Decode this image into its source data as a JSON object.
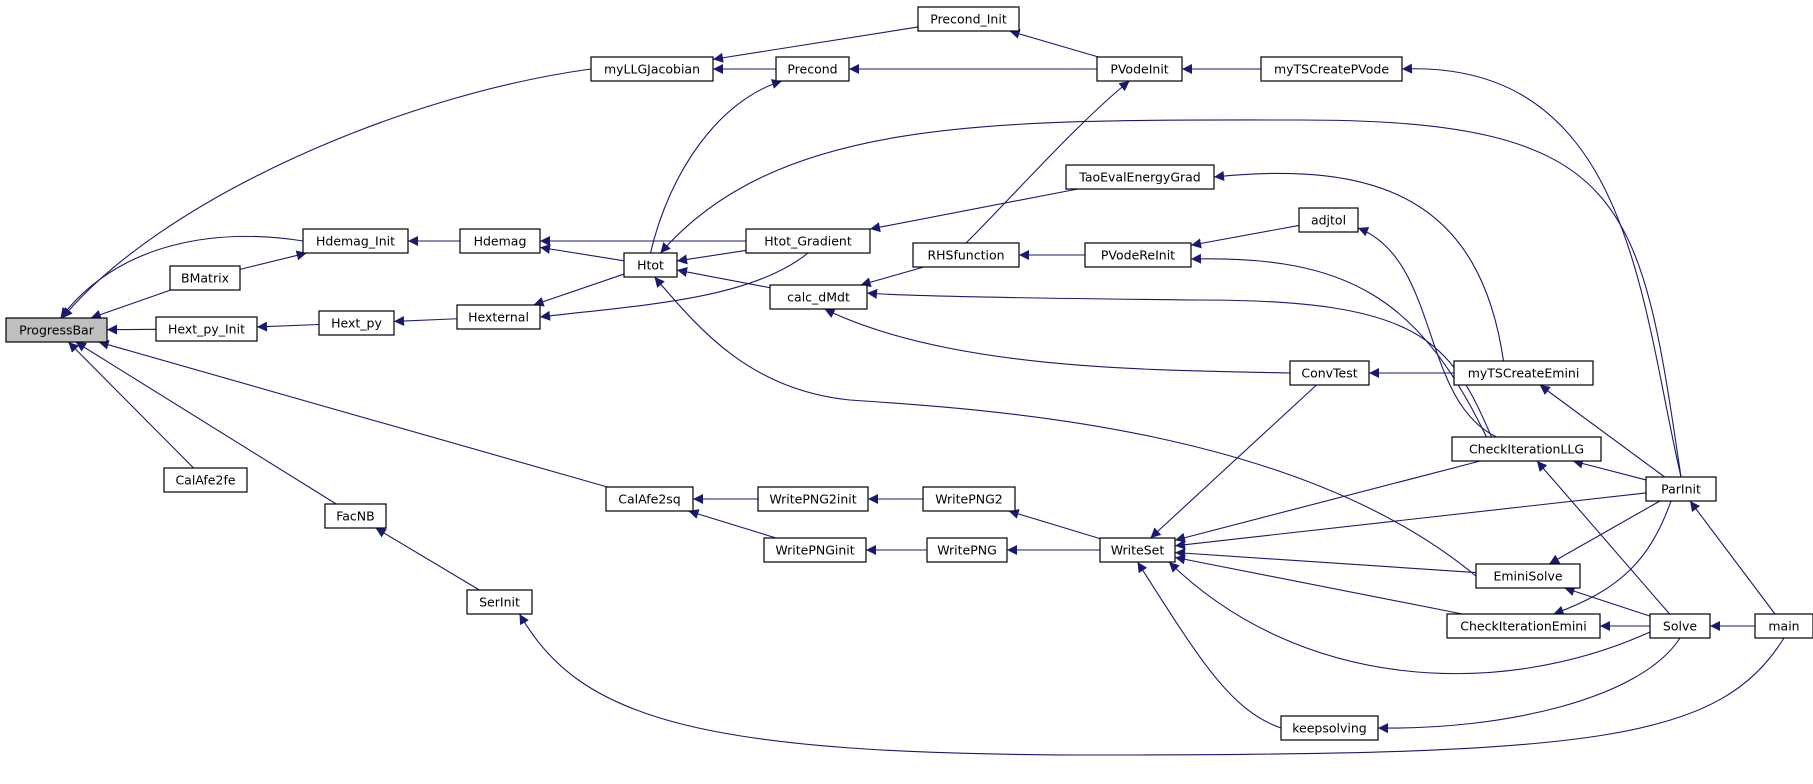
{
  "diagram": {
    "colors": {
      "edge": "#191970",
      "arrowhead": "#191970",
      "node_fill": "#ffffff",
      "highlight_fill": "#bfbfbf",
      "node_border": "#000000"
    },
    "nodes": [
      {
        "id": "ProgressBar",
        "label": "ProgressBar",
        "highlight": true
      },
      {
        "id": "myLLGJacobian",
        "label": "myLLGJacobian"
      },
      {
        "id": "Hdemag_Init",
        "label": "Hdemag_Init"
      },
      {
        "id": "BMatrix",
        "label": "BMatrix"
      },
      {
        "id": "Hext_py_Init",
        "label": "Hext_py_Init"
      },
      {
        "id": "CalAfe2fe",
        "label": "CalAfe2fe"
      },
      {
        "id": "FacNB",
        "label": "FacNB"
      },
      {
        "id": "CalAfe2sq",
        "label": "CalAfe2sq"
      },
      {
        "id": "Precond_Init",
        "label": "Precond_Init"
      },
      {
        "id": "Precond",
        "label": "Precond"
      },
      {
        "id": "PVodeInit",
        "label": "PVodeInit"
      },
      {
        "id": "myTSCreatePVode",
        "label": "myTSCreatePVode"
      },
      {
        "id": "Hdemag",
        "label": "Hdemag"
      },
      {
        "id": "Htot",
        "label": "Htot"
      },
      {
        "id": "Htot_Gradient",
        "label": "Htot_Gradient"
      },
      {
        "id": "Hext_py",
        "label": "Hext_py"
      },
      {
        "id": "Hexternal",
        "label": "Hexternal"
      },
      {
        "id": "calc_dMdt",
        "label": "calc_dMdt"
      },
      {
        "id": "TaoEvalEnergyGrad",
        "label": "TaoEvalEnergyGrad"
      },
      {
        "id": "RHSfunction",
        "label": "RHSfunction"
      },
      {
        "id": "PVodeReInit",
        "label": "PVodeReInit"
      },
      {
        "id": "adjtol",
        "label": "adjtol"
      },
      {
        "id": "ConvTest",
        "label": "ConvTest"
      },
      {
        "id": "myTSCreateEmini",
        "label": "myTSCreateEmini"
      },
      {
        "id": "CheckIterationLLG",
        "label": "CheckIterationLLG"
      },
      {
        "id": "ParInit",
        "label": "ParInit"
      },
      {
        "id": "WritePNG2init",
        "label": "WritePNG2init"
      },
      {
        "id": "WritePNG2",
        "label": "WritePNG2"
      },
      {
        "id": "WritePNGinit",
        "label": "WritePNGinit"
      },
      {
        "id": "WritePNG",
        "label": "WritePNG"
      },
      {
        "id": "WriteSet",
        "label": "WriteSet"
      },
      {
        "id": "EminiSolve",
        "label": "EminiSolve"
      },
      {
        "id": "CheckIterationEmini",
        "label": "CheckIterationEmini"
      },
      {
        "id": "Solve",
        "label": "Solve"
      },
      {
        "id": "main",
        "label": "main"
      },
      {
        "id": "SerInit",
        "label": "SerInit"
      },
      {
        "id": "keepsolving",
        "label": "keepsolving"
      }
    ],
    "edges": [
      {
        "from": "myLLGJacobian",
        "to": "ProgressBar"
      },
      {
        "from": "Hdemag_Init",
        "to": "ProgressBar"
      },
      {
        "from": "BMatrix",
        "to": "ProgressBar"
      },
      {
        "from": "Hext_py_Init",
        "to": "ProgressBar"
      },
      {
        "from": "CalAfe2fe",
        "to": "ProgressBar"
      },
      {
        "from": "FacNB",
        "to": "ProgressBar"
      },
      {
        "from": "CalAfe2sq",
        "to": "ProgressBar"
      },
      {
        "from": "Precond_Init",
        "to": "myLLGJacobian"
      },
      {
        "from": "Precond",
        "to": "myLLGJacobian"
      },
      {
        "from": "PVodeInit",
        "to": "Precond_Init"
      },
      {
        "from": "PVodeInit",
        "to": "Precond"
      },
      {
        "from": "myTSCreatePVode",
        "to": "PVodeInit"
      },
      {
        "from": "ParInit",
        "to": "myTSCreatePVode"
      },
      {
        "from": "Htot",
        "to": "Precond"
      },
      {
        "from": "Hdemag",
        "to": "Hdemag_Init"
      },
      {
        "from": "BMatrix",
        "to": "Hdemag_Init"
      },
      {
        "from": "Htot",
        "to": "Hdemag"
      },
      {
        "from": "Htot_Gradient",
        "to": "Hdemag"
      },
      {
        "from": "Htot_Gradient",
        "to": "Htot"
      },
      {
        "from": "calc_dMdt",
        "to": "Htot"
      },
      {
        "from": "ParInit",
        "to": "Htot"
      },
      {
        "from": "EminiSolve",
        "to": "Htot"
      },
      {
        "from": "Hext_py",
        "to": "Hext_py_Init"
      },
      {
        "from": "Hexternal",
        "to": "Hext_py"
      },
      {
        "from": "Htot",
        "to": "Hexternal"
      },
      {
        "from": "Htot_Gradient",
        "to": "Hexternal"
      },
      {
        "from": "TaoEvalEnergyGrad",
        "to": "Htot_Gradient"
      },
      {
        "from": "myTSCreateEmini",
        "to": "TaoEvalEnergyGrad"
      },
      {
        "from": "RHSfunction",
        "to": "calc_dMdt"
      },
      {
        "from": "CheckIterationLLG",
        "to": "calc_dMdt"
      },
      {
        "from": "ConvTest",
        "to": "calc_dMdt"
      },
      {
        "from": "RHSfunction",
        "to": "PVodeInit"
      },
      {
        "from": "PVodeReInit",
        "to": "RHSfunction"
      },
      {
        "from": "adjtol",
        "to": "PVodeReInit"
      },
      {
        "from": "CheckIterationLLG",
        "to": "PVodeReInit"
      },
      {
        "from": "CheckIterationLLG",
        "to": "adjtol"
      },
      {
        "from": "myTSCreateEmini",
        "to": "ConvTest"
      },
      {
        "from": "ParInit",
        "to": "myTSCreateEmini"
      },
      {
        "from": "ParInit",
        "to": "CheckIterationLLG"
      },
      {
        "from": "Solve",
        "to": "CheckIterationLLG"
      },
      {
        "from": "main",
        "to": "ParInit"
      },
      {
        "from": "WritePNG2init",
        "to": "CalAfe2sq"
      },
      {
        "from": "WritePNGinit",
        "to": "CalAfe2sq"
      },
      {
        "from": "WritePNG2",
        "to": "WritePNG2init"
      },
      {
        "from": "WriteSet",
        "to": "WritePNG2"
      },
      {
        "from": "WritePNG",
        "to": "WritePNGinit"
      },
      {
        "from": "WriteSet",
        "to": "WritePNG"
      },
      {
        "from": "ConvTest",
        "to": "WriteSet"
      },
      {
        "from": "CheckIterationLLG",
        "to": "WriteSet"
      },
      {
        "from": "ParInit",
        "to": "WriteSet"
      },
      {
        "from": "EminiSolve",
        "to": "WriteSet"
      },
      {
        "from": "CheckIterationEmini",
        "to": "WriteSet"
      },
      {
        "from": "Solve",
        "to": "WriteSet"
      },
      {
        "from": "keepsolving",
        "to": "WriteSet"
      },
      {
        "from": "ParInit",
        "to": "EminiSolve"
      },
      {
        "from": "Solve",
        "to": "EminiSolve"
      },
      {
        "from": "Solve",
        "to": "CheckIterationEmini"
      },
      {
        "from": "ParInit",
        "to": "CheckIterationEmini"
      },
      {
        "from": "main",
        "to": "Solve"
      },
      {
        "from": "Solve",
        "to": "keepsolving"
      },
      {
        "from": "SerInit",
        "to": "FacNB"
      },
      {
        "from": "main",
        "to": "SerInit"
      }
    ]
  }
}
